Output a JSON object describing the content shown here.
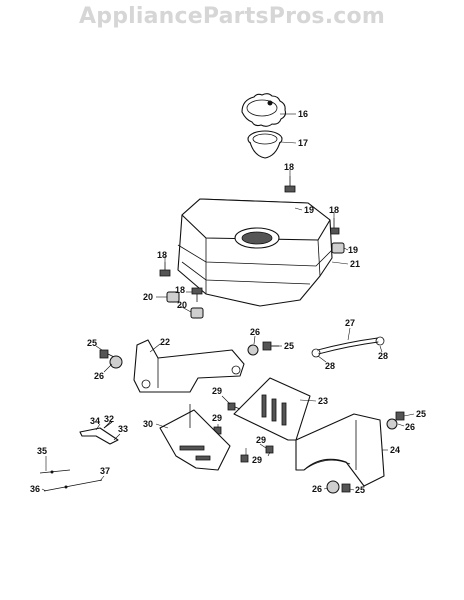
{
  "watermark": "AppliancePartsPros.com",
  "callouts": [
    "16",
    "17",
    "18",
    "19",
    "18",
    "19",
    "21",
    "18",
    "20",
    "18",
    "20",
    "22",
    "25",
    "26",
    "26",
    "25",
    "27",
    "28",
    "28",
    "29",
    "23",
    "30",
    "34",
    "32",
    "33",
    "29",
    "29",
    "29",
    "24",
    "25",
    "26",
    "35",
    "36",
    "37",
    "26",
    "25"
  ]
}
